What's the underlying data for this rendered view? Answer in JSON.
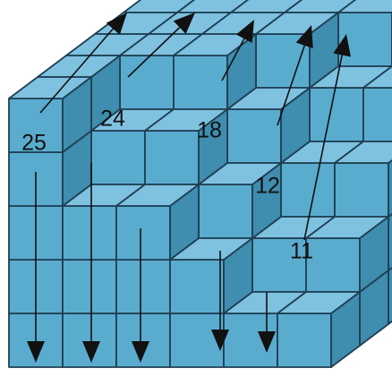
{
  "labels": [
    {
      "id": "label-25",
      "text": "25"
    },
    {
      "id": "label-24",
      "text": "24"
    },
    {
      "id": "label-18",
      "text": "18"
    },
    {
      "id": "label-12",
      "text": "12"
    },
    {
      "id": "label-11",
      "text": "11"
    }
  ],
  "colors": {
    "cube_top": "#7ec2e0",
    "cube_front": "#5aaccf",
    "cube_side": "#3f8daf",
    "cube_edge": "#1f3f52",
    "arrow": "#111111"
  }
}
